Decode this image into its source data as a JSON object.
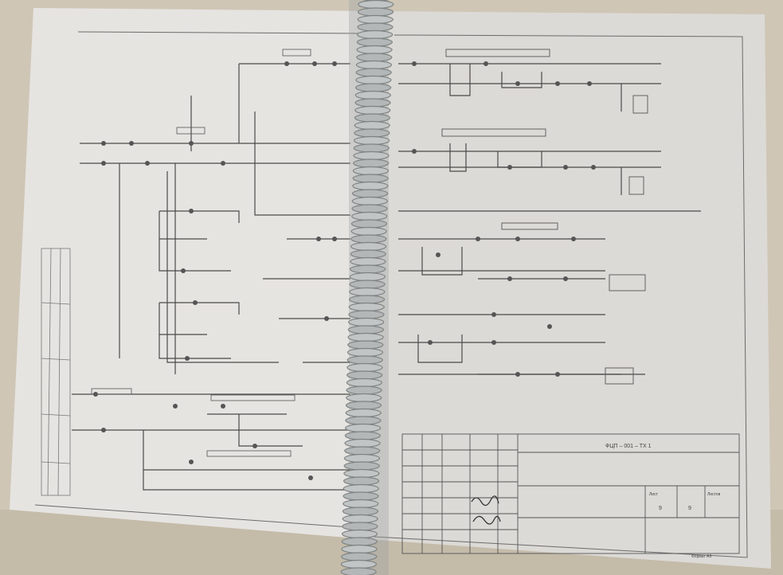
{
  "photo": {
    "subject": "Photograph of a bound engineering drawing (piping and instrumentation schematic) lying open on a surface",
    "colors": {
      "background": "#cfc6b6",
      "paper": "#e6e4e1",
      "paper_right": "#dcdad6",
      "line": "#4a4a4a",
      "binding": "#b9bcbc",
      "binding_shadow": "#7d8282"
    }
  },
  "title_block": {
    "drawing_code": "ФЦП – 001 – ТХ 1",
    "sheet_label": "Лист",
    "sheets_label": "Листов",
    "sheet_number": "9",
    "sheet_total": "9",
    "footer": "Формат А3"
  }
}
